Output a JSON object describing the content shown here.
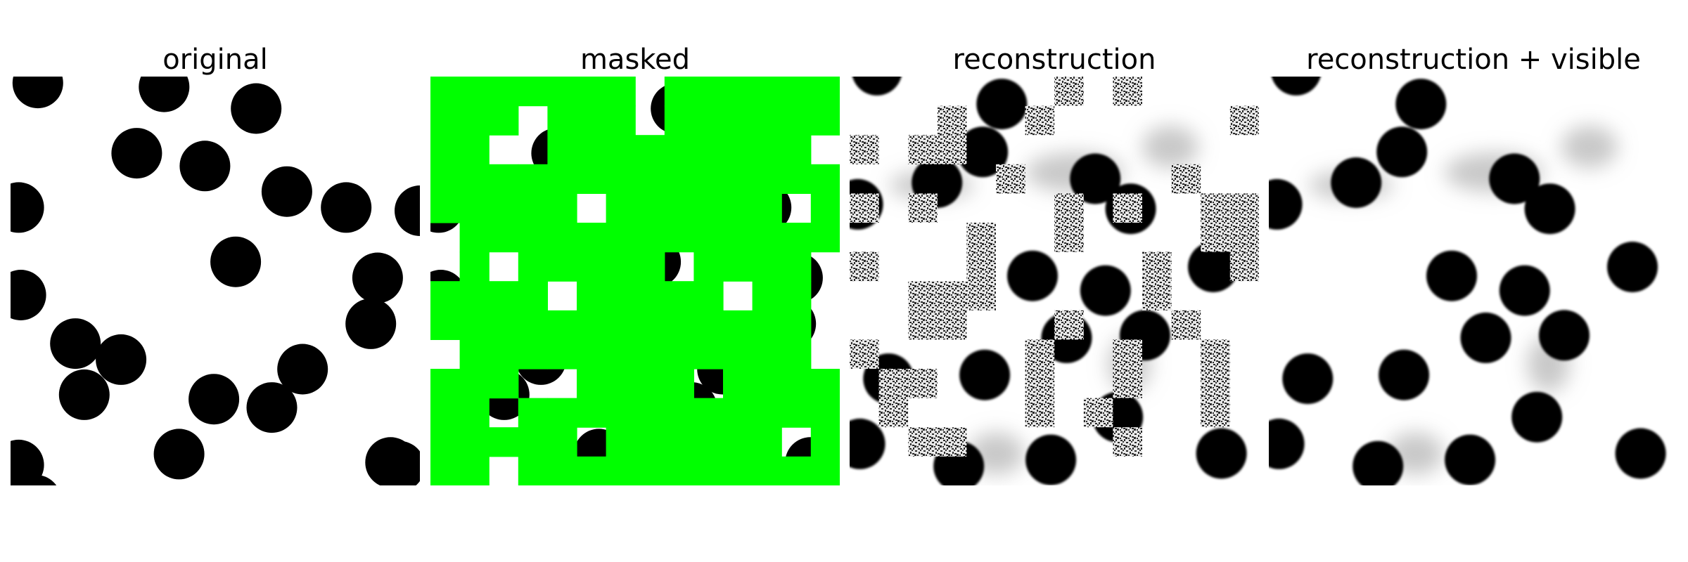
{
  "panels": [
    {
      "title": "original"
    },
    {
      "title": "masked"
    },
    {
      "title": "reconstruction"
    },
    {
      "title": "reconstruction + visible"
    }
  ],
  "colors": {
    "background": "#ffffff",
    "disc": "#000000",
    "mask": "#00ff00",
    "noise_light": "#e8e8e8",
    "noise_dark": "#2a2a2a",
    "blur_gray": "#9a9a9a"
  }
}
